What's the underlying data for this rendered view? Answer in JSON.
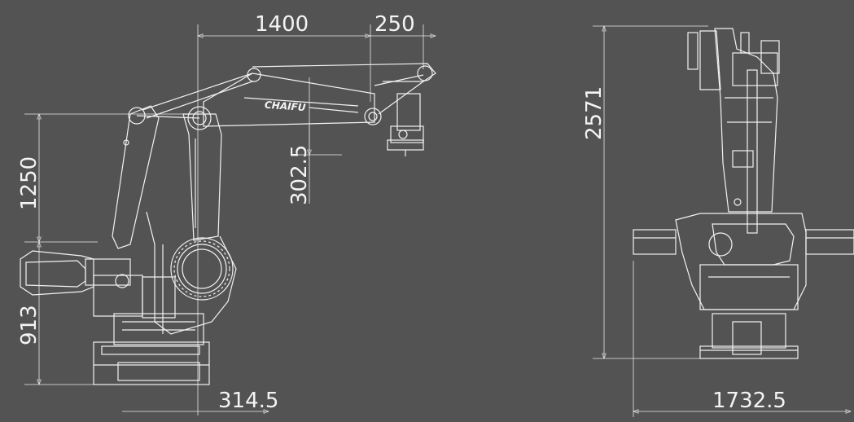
{
  "brand": "CHAIFU",
  "dimensions": {
    "reach_main": "1400",
    "reach_wrist": "250",
    "height_upper": "1250",
    "height_base": "913",
    "wrist_offset": "302.5",
    "base_offset": "314.5",
    "total_height": "2571",
    "total_width": "1732.5"
  },
  "colors": {
    "background": "#545353",
    "line": "#f2f2f2"
  }
}
